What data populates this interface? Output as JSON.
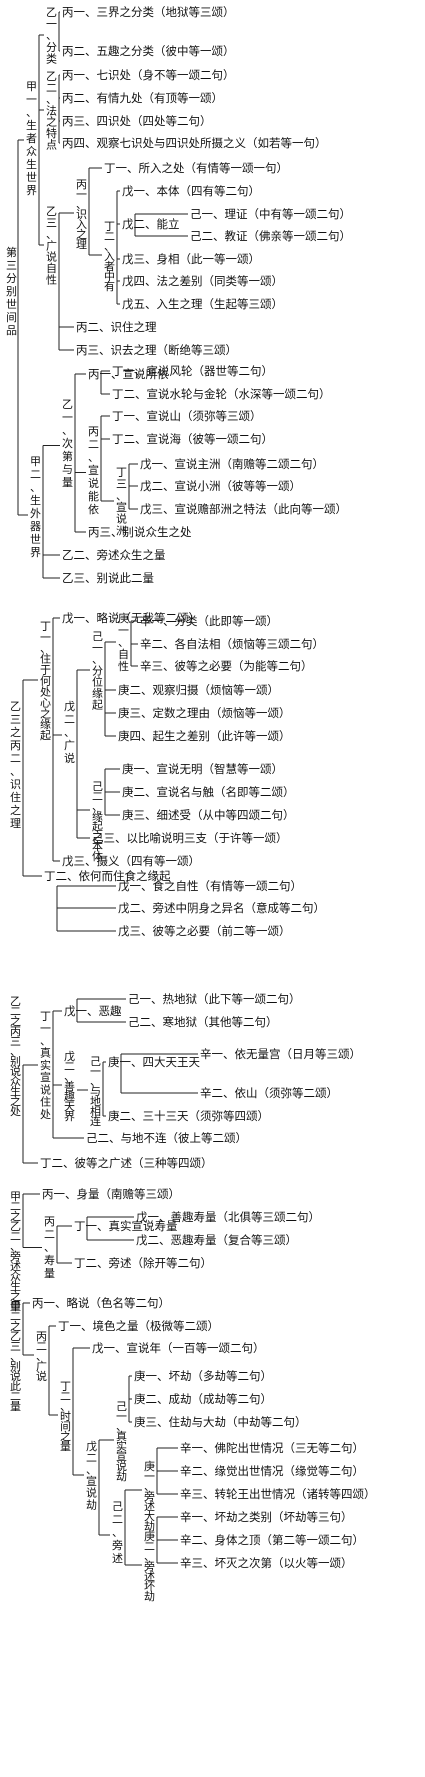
{
  "chart_data": {
    "type": "tree",
    "root": "第三分别世间品",
    "nodes": [
      {
        "id": "jia1",
        "text": "甲一、生者众生世界",
        "vertical": true,
        "children": [
          "yi1",
          "yi2",
          "yi3"
        ]
      },
      {
        "id": "yi1",
        "text": "乙一、分类",
        "vertical": true,
        "children": [
          "b11",
          "b12"
        ]
      },
      {
        "id": "b11",
        "text": "丙一、三界之分类（地狱等三颂）"
      },
      {
        "id": "b12",
        "text": "丙二、五趣之分类（彼中等一颂）"
      },
      {
        "id": "yi2",
        "text": "乙二、法之特点",
        "vertical": true,
        "children": [
          "b21",
          "b22",
          "b23",
          "b24"
        ]
      },
      {
        "id": "b21",
        "text": "丙一、七识处（身不等一颂二句）"
      },
      {
        "id": "b22",
        "text": "丙二、有情九处（有顶等一颂）"
      },
      {
        "id": "b23",
        "text": "丙三、四识处（四处等二句）"
      },
      {
        "id": "b24",
        "text": "丙四、观察七识处与四识处所摄之义（如若等一句）"
      },
      {
        "id": "yi3",
        "text": "乙三、广说自性",
        "vertical": true,
        "children": [
          "b31",
          "b32",
          "b33"
        ]
      },
      {
        "id": "b31",
        "text": "丙一、识入之理",
        "vertical": true,
        "children": [
          "d311",
          "d312"
        ]
      },
      {
        "id": "d311",
        "text": "丁一、所入之处（有情等一颂一句）"
      },
      {
        "id": "d312",
        "text": "丁二、入者中有",
        "vertical": true,
        "children": [
          "w1",
          "w2",
          "w3",
          "w4",
          "w5"
        ]
      },
      {
        "id": "w1",
        "text": "戊一、本体（四有等二句）"
      },
      {
        "id": "w2",
        "text": "戊二、能立",
        "children": [
          "j1",
          "j2"
        ]
      },
      {
        "id": "j1",
        "text": "己一、理证（中有等一颂二句）"
      },
      {
        "id": "j2",
        "text": "己二、教证（佛亲等一颂二句）"
      },
      {
        "id": "w3",
        "text": "戊三、身相（此一等一颂）"
      },
      {
        "id": "w4",
        "text": "戊四、法之差别（同类等一颂）"
      },
      {
        "id": "w5",
        "text": "戊五、入生之理（生起等三颂）"
      },
      {
        "id": "b32",
        "text": "丙二、识住之理"
      },
      {
        "id": "b33",
        "text": "丙三、识去之理（断绝等三颂）"
      },
      {
        "id": "jia2",
        "text": "甲二、生外器世界",
        "vertical": true,
        "children": [
          "y21",
          "y22",
          "y23"
        ]
      },
      {
        "id": "y21",
        "text": "乙一、次第与量",
        "vertical": true,
        "children": [
          "c211",
          "c212",
          "c213"
        ]
      },
      {
        "id": "c211",
        "text": "丙一、宣说所依",
        "children": [
          "d2111",
          "d2112"
        ]
      },
      {
        "id": "d2111",
        "text": "丁一、宣说风轮（器世等二句）"
      },
      {
        "id": "d2112",
        "text": "丁二、宣说水轮与金轮（水深等一颂二句）"
      },
      {
        "id": "c212",
        "text": "丙二、宣说能依",
        "vertical": true,
        "children": [
          "d2121",
          "d2122",
          "d2123"
        ]
      },
      {
        "id": "d2121",
        "text": "丁一、宣说山（须弥等三颂）"
      },
      {
        "id": "d2122",
        "text": "丁二、宣说海（彼等一颂二句）"
      },
      {
        "id": "d2123",
        "text": "丁三、宣说洲",
        "vertical": true,
        "children": [
          "w21",
          "w22",
          "w23"
        ]
      },
      {
        "id": "w21",
        "text": "戊一、宣说主洲（南赡等二颂二句）"
      },
      {
        "id": "w22",
        "text": "戊二、宣说小洲（彼等等一颂）"
      },
      {
        "id": "w23",
        "text": "戊三、宣说赡部洲之特法（此向等一颂）"
      },
      {
        "id": "c213",
        "text": "丙三、别说众生之处"
      },
      {
        "id": "y22",
        "text": "乙二、旁述众生之量"
      },
      {
        "id": "y23",
        "text": "乙三、别说此二量"
      },
      {
        "id": "s3",
        "text": "乙三之丙二、识住之理",
        "vertical": true,
        "children": [
          "s3d1",
          "s3d2"
        ]
      },
      {
        "id": "s3d1",
        "text": "丁一、住于何处心之缘起",
        "vertical": true,
        "children": [
          "s3w1",
          "s3w2",
          "s3w3"
        ]
      },
      {
        "id": "s3w1",
        "text": "戊一、略说（无我等二颂）"
      },
      {
        "id": "s3w2",
        "text": "戊二、广说",
        "vertical": true,
        "children": [
          "s3j1",
          "s3j2",
          "s3j3"
        ]
      },
      {
        "id": "s3j1",
        "text": "己一、分位缘起",
        "vertical": true,
        "children": [
          "s3g1",
          "s3g2",
          "s3g3",
          "s3g4"
        ]
      },
      {
        "id": "s3g1",
        "text": "庚一、自性",
        "vertical": true,
        "children": [
          "s3x1",
          "s3x2",
          "s3x3"
        ]
      },
      {
        "id": "s3x1",
        "text": "辛一、分类（此即等一颂）"
      },
      {
        "id": "s3x2",
        "text": "辛二、各自法相（烦恼等三颂二句）"
      },
      {
        "id": "s3x3",
        "text": "辛三、彼等之必要（为能等二句）"
      },
      {
        "id": "s3g2",
        "text": "庚二、观察归摄（烦恼等一颂）"
      },
      {
        "id": "s3g3",
        "text": "庚三、定数之理由（烦恼等一颂）"
      },
      {
        "id": "s3g4",
        "text": "庚四、起生之差别（此许等一颂）"
      },
      {
        "id": "s3j2",
        "text": "己二、缘起之本体",
        "vertical": true,
        "children": [
          "s3h1",
          "s3h2",
          "s3h3"
        ]
      },
      {
        "id": "s3h1",
        "text": "庚一、宣说无明（智慧等一颂）"
      },
      {
        "id": "s3h2",
        "text": "庚二、宣说名与触（名即等二颂）"
      },
      {
        "id": "s3h3",
        "text": "庚三、细述受（从中等四颂二句）"
      },
      {
        "id": "s3j3",
        "text": "己三、以比喻说明三支（于许等一颂）"
      },
      {
        "id": "s3w3",
        "text": "戊三、摄义（四有等一颂）"
      },
      {
        "id": "s3d2",
        "text": "丁二、依何而住食之缘起",
        "children": [
          "s3e1",
          "s3e2",
          "s3e3"
        ]
      },
      {
        "id": "s3e1",
        "text": "戊一、食之自性（有情等一颂二句）"
      },
      {
        "id": "s3e2",
        "text": "戊二、旁述中阴身之异名（意成等二句）"
      },
      {
        "id": "s3e3",
        "text": "戊三、彼等之必要（前二等一颂）"
      },
      {
        "id": "s4",
        "text": "乙二之丙三、别说众生之处",
        "vertical": true,
        "children": [
          "s4d1",
          "s4d2"
        ]
      },
      {
        "id": "s4d1",
        "text": "丁一、真实宣说住处",
        "vertical": true,
        "children": [
          "s4w1",
          "s4w2",
          "s4w3"
        ]
      },
      {
        "id": "s4w1",
        "text": "戊一、恶趣",
        "children": [
          "s4j1",
          "s4j2"
        ]
      },
      {
        "id": "s4j1",
        "text": "己一、热地狱（此下等一颂二句）"
      },
      {
        "id": "s4j2",
        "text": "己二、寒地狱（其他等二句）"
      },
      {
        "id": "s4w2",
        "text": "戊二、善趣天界",
        "vertical": true,
        "children": [
          "s4j3"
        ]
      },
      {
        "id": "s4j3",
        "text": "己一、与地相连",
        "vertical": true,
        "children": [
          "s4g1",
          "s4g2"
        ]
      },
      {
        "id": "s4g1",
        "text": "庚一、四大天王天",
        "children": [
          "s4x1",
          "s4x2"
        ]
      },
      {
        "id": "s4x1",
        "text": "辛一、依无量宫（日月等三颂）"
      },
      {
        "id": "s4x2",
        "text": "辛二、依山（须弥等二颂）"
      },
      {
        "id": "s4g2",
        "text": "庚二、三十三天（须弥等四颂）"
      },
      {
        "id": "s4w3",
        "text": "己二、与地不连（彼上等二颂）"
      },
      {
        "id": "s4d2",
        "text": "丁二、彼等之广述（三种等四颂）"
      },
      {
        "id": "s5",
        "text": "甲二之乙二、旁述众生之量",
        "vertical": true,
        "children": [
          "s5b1",
          "s5b2"
        ]
      },
      {
        "id": "s5b1",
        "text": "丙一、身量（南赡等三颂）"
      },
      {
        "id": "s5b2",
        "text": "丙二、寿量",
        "vertical": true,
        "children": [
          "s5d1",
          "s5d2"
        ]
      },
      {
        "id": "s5d1",
        "text": "丁一、真实宣说寿量",
        "children": [
          "s5w1",
          "s5w2"
        ]
      },
      {
        "id": "s5w1",
        "text": "戊一、善趣寿量（北俱等三颂二句）"
      },
      {
        "id": "s5w2",
        "text": "戊二、恶趣寿量（复合等三颂）"
      },
      {
        "id": "s5d2",
        "text": "丁二、旁述（除开等二句）"
      },
      {
        "id": "s6",
        "text": "甲二之乙三、别说此二量",
        "vertical": true,
        "children": [
          "s6b1",
          "s6b2"
        ]
      },
      {
        "id": "s6b1",
        "text": "丙一、略说（色名等二句）"
      },
      {
        "id": "s6b2",
        "text": "丙二、广说",
        "vertical": true,
        "children": [
          "s6d1",
          "s6d2"
        ]
      },
      {
        "id": "s6d1",
        "text": "丁一、境色之量（极微等二颂）"
      },
      {
        "id": "s6d2",
        "text": "丁二、时间之量",
        "vertical": true,
        "children": [
          "s6w1",
          "s6w2"
        ]
      },
      {
        "id": "s6w1",
        "text": "戊一、宣说年（一百等一颂二句）"
      },
      {
        "id": "s6w2",
        "text": "戊二、宣说劫",
        "vertical": true,
        "children": [
          "s6j1",
          "s6j2"
        ]
      },
      {
        "id": "s6j1",
        "text": "己一、真实宣说劫",
        "vertical": true,
        "children": [
          "s6g1",
          "s6g2",
          "s6g3"
        ]
      },
      {
        "id": "s6g1",
        "text": "庚一、坏劫（多劫等二句）"
      },
      {
        "id": "s6g2",
        "text": "庚二、成劫（成劫等二句）"
      },
      {
        "id": "s6g3",
        "text": "庚三、住劫与大劫（中劫等二句）"
      },
      {
        "id": "s6j2",
        "text": "己二、旁述",
        "vertical": true,
        "children": [
          "s6h1",
          "s6h2"
        ]
      },
      {
        "id": "s6h1",
        "text": "庚一、旁述大劫",
        "vertical": true,
        "children": [
          "s6x1",
          "s6x2",
          "s6x3"
        ]
      },
      {
        "id": "s6x1",
        "text": "辛一、佛陀出世情况（三无等二句）"
      },
      {
        "id": "s6x2",
        "text": "辛二、缘觉出世情况（缘觉等二句）"
      },
      {
        "id": "s6x3",
        "text": "辛三、转轮王出世情况（诸转等四颂）"
      },
      {
        "id": "s6h2",
        "text": "庚二、旁述坏劫",
        "vertical": true,
        "children": [
          "s6y1",
          "s6y2",
          "s6y3"
        ]
      },
      {
        "id": "s6y1",
        "text": "辛一、坏劫之类别（坏劫等三句）"
      },
      {
        "id": "s6y2",
        "text": "辛二、身体之顶（第二等一颂二句）"
      },
      {
        "id": "s6y3",
        "text": "辛三、坏灭之次第（以火等一颂）"
      }
    ]
  }
}
